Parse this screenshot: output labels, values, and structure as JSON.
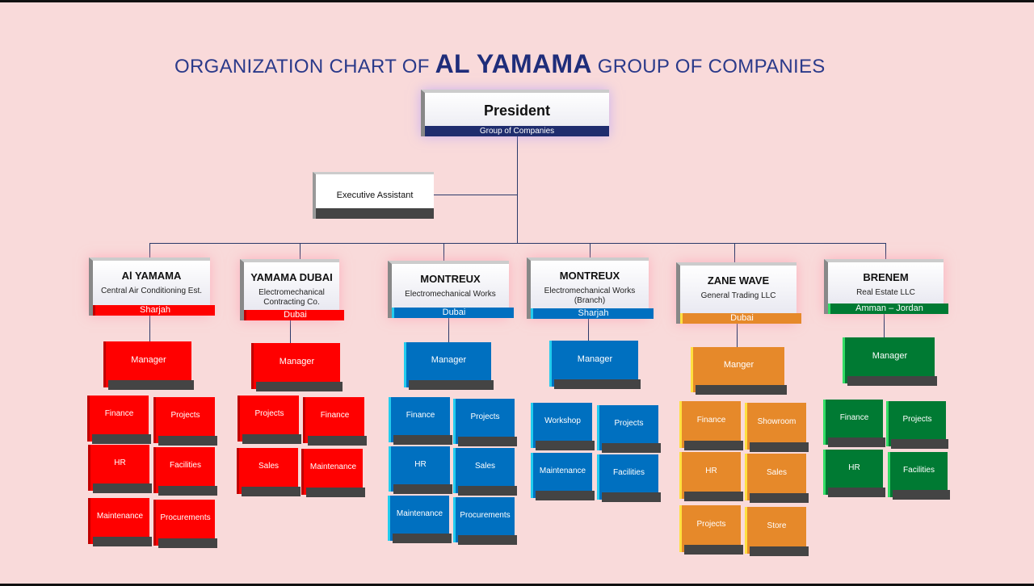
{
  "title": {
    "pre": "ORGANIZATION CHART OF ",
    "brand": "AL YAMAMA",
    "post": " GROUP OF COMPANIES"
  },
  "president": {
    "title": "President",
    "subtitle": "Group of Companies"
  },
  "assistant": {
    "title": "Executive Assistant"
  },
  "companies": [
    {
      "name": "Al YAMAMA",
      "subtitle": "Central Air Conditioning Est.",
      "location": "Sharjah",
      "color": "#ff0000",
      "side": "#c00000",
      "manager": "Manager",
      "departments": [
        "Finance",
        "Projects",
        "HR",
        "Facilities",
        "Maintenance",
        "Procurements"
      ]
    },
    {
      "name": "YAMAMA DUBAI",
      "subtitle": "Electromechanical Contracting Co.",
      "location": "Dubai",
      "color": "#ff0000",
      "side": "#c00000",
      "manager": "Manager",
      "departments": [
        "Projects",
        "Finance",
        "Sales",
        "Maintenance"
      ]
    },
    {
      "name": "MONTREUX",
      "subtitle": "Electromechanical Works",
      "location": "Dubai",
      "color": "#0070c0",
      "side": "#22ccee",
      "manager": "Manager",
      "departments": [
        "Finance",
        "Projects",
        "HR",
        "Sales",
        "Maintenance",
        "Procurements"
      ]
    },
    {
      "name": "MONTREUX",
      "subtitle": "Electromechanical Works (Branch)",
      "location": "Sharjah",
      "color": "#0070c0",
      "side": "#22ccee",
      "manager": "Manager",
      "departments": [
        "Workshop",
        "Projects",
        "Maintenance",
        "Facilities"
      ]
    },
    {
      "name": "ZANE WAVE",
      "subtitle": "General Trading  LLC",
      "location": "Dubai",
      "color": "#e6892a",
      "side": "#ffe040",
      "manager": "Manger",
      "departments": [
        "Finance",
        "Showroom",
        "HR",
        "Sales",
        "Projects",
        "Store"
      ]
    },
    {
      "name": "BRENEM",
      "subtitle": "Real Estate LLC",
      "location": "Amman – Jordan",
      "color": "#007a33",
      "side": "#33dd66",
      "manager": "Manager",
      "departments": [
        "Finance",
        "Projects",
        "HR",
        "Facilities"
      ]
    }
  ]
}
